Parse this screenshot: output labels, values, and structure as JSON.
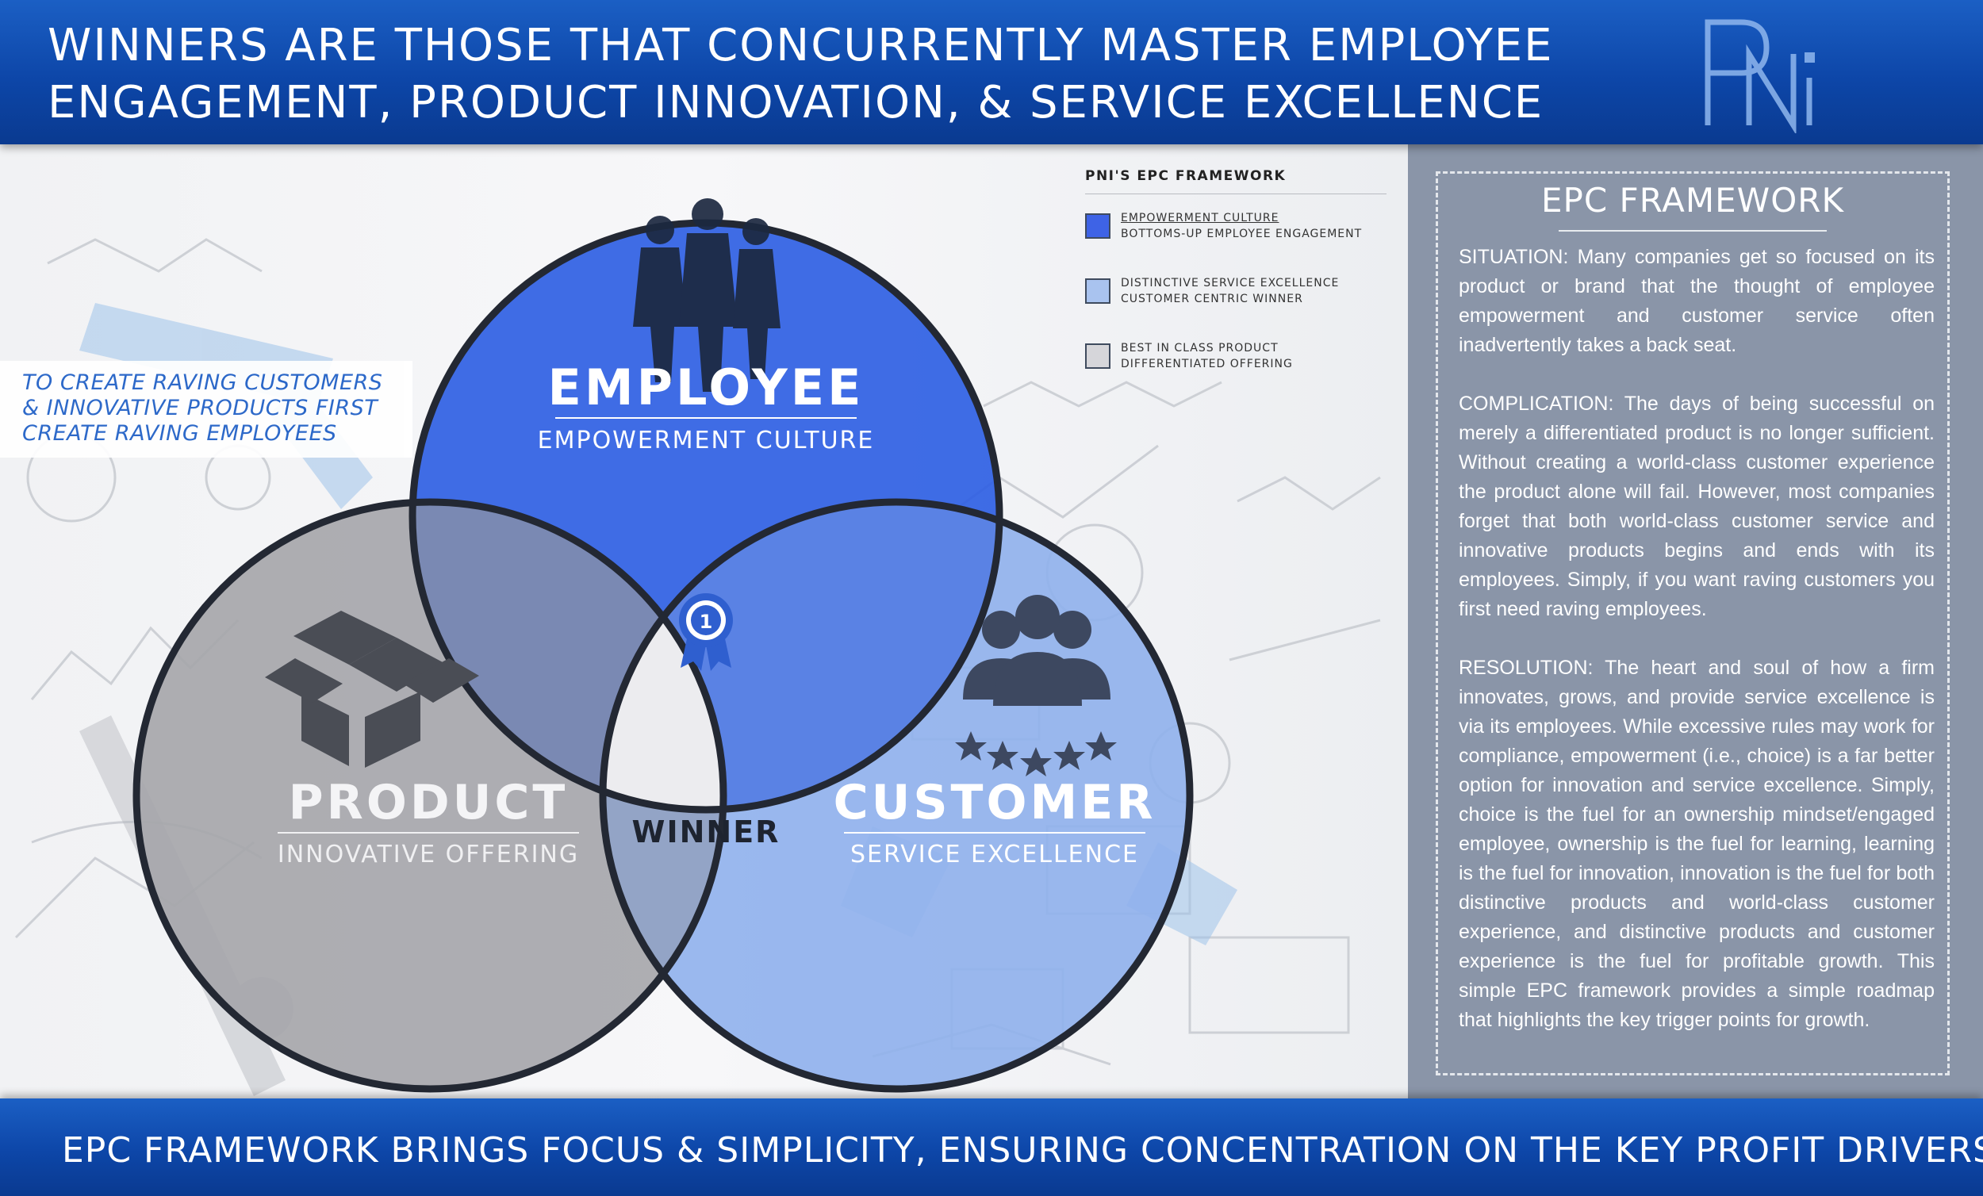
{
  "header": {
    "title_line1": "WINNERS ARE THOSE THAT CONCURRENTLY MASTER EMPLOYEE",
    "title_line2": "ENGAGEMENT, PRODUCT INNOVATION, & SERVICE EXCELLENCE",
    "logo_text": "PNi"
  },
  "banner": {
    "line1": "TO CREATE RAVING CUSTOMERS",
    "line2": "& INNOVATIVE PRODUCTS FIRST",
    "line3": "CREATE RAVING EMPLOYEES"
  },
  "legend": {
    "title": "PNI'S EPC FRAMEWORK",
    "items": [
      {
        "line1": "EMPOWERMENT CULTURE",
        "line2": "BOTTOMS-UP EMPLOYEE ENGAGEMENT",
        "color": "#3e63e6"
      },
      {
        "line1": "DISTINCTIVE SERVICE EXCELLENCE",
        "line2": "CUSTOMER CENTRIC WINNER",
        "color": "#a9c3ef"
      },
      {
        "line1": "BEST IN CLASS PRODUCT",
        "line2": "DIFFERENTIATED OFFERING",
        "color": "#d6d6da"
      }
    ]
  },
  "venn": {
    "employee": {
      "title": "EMPLOYEE",
      "subtitle": "EMPOWERMENT CULTURE",
      "icon": "people-silhouette-icon",
      "color": "#2f5fe3"
    },
    "product": {
      "title": "PRODUCT",
      "subtitle": "INNOVATIVE OFFERING",
      "icon": "open-box-icon",
      "color": "#a3a3a8"
    },
    "customer": {
      "title": "CUSTOMER",
      "subtitle": "SERVICE EXCELLENCE",
      "icon": "customer-group-stars-icon",
      "color": "#8fb1ee"
    },
    "center": {
      "label": "WINNER",
      "badge_number": "1",
      "icon": "award-ribbon-icon"
    }
  },
  "panel": {
    "title": "EPC FRAMEWORK",
    "situation_label": "SITUATION",
    "situation_text": ": Many companies get so focused on its product or brand that the thought of employee empowerment and customer service often inadvertently takes a back seat.",
    "complication_label": "COMPLICATION",
    "complication_text": ": The days of being successful on merely a differentiated product is no longer sufficient. Without creating a world-class customer experience the product alone will fail. However, most companies forget that both world-class customer service and innovative products begins and ends with its employees. Simply, if you want raving customers you first need raving employees.",
    "resolution_label": "RESOLUTION",
    "resolution_text": ": The heart and soul of how a firm innovates, grows, and provide service excellence is via its employees. While excessive rules may work for compliance, empowerment (i.e., choice) is a far better option for innovation and service excellence. Simply, choice is the fuel for an ownership mindset/engaged employee, ownership is the fuel for learning, learning is the fuel for innovation, innovation is the fuel for both distinctive products and world-class customer experience, and distinctive products and customer experience is the fuel for profitable growth. This simple EPC framework provides a simple roadmap that highlights the key trigger points for growth."
  },
  "footer": {
    "text": "EPC FRAMEWORK BRINGS FOCUS & SIMPLICITY, ENSURING CONCENTRATION ON THE KEY PROFIT DRIVERS"
  }
}
